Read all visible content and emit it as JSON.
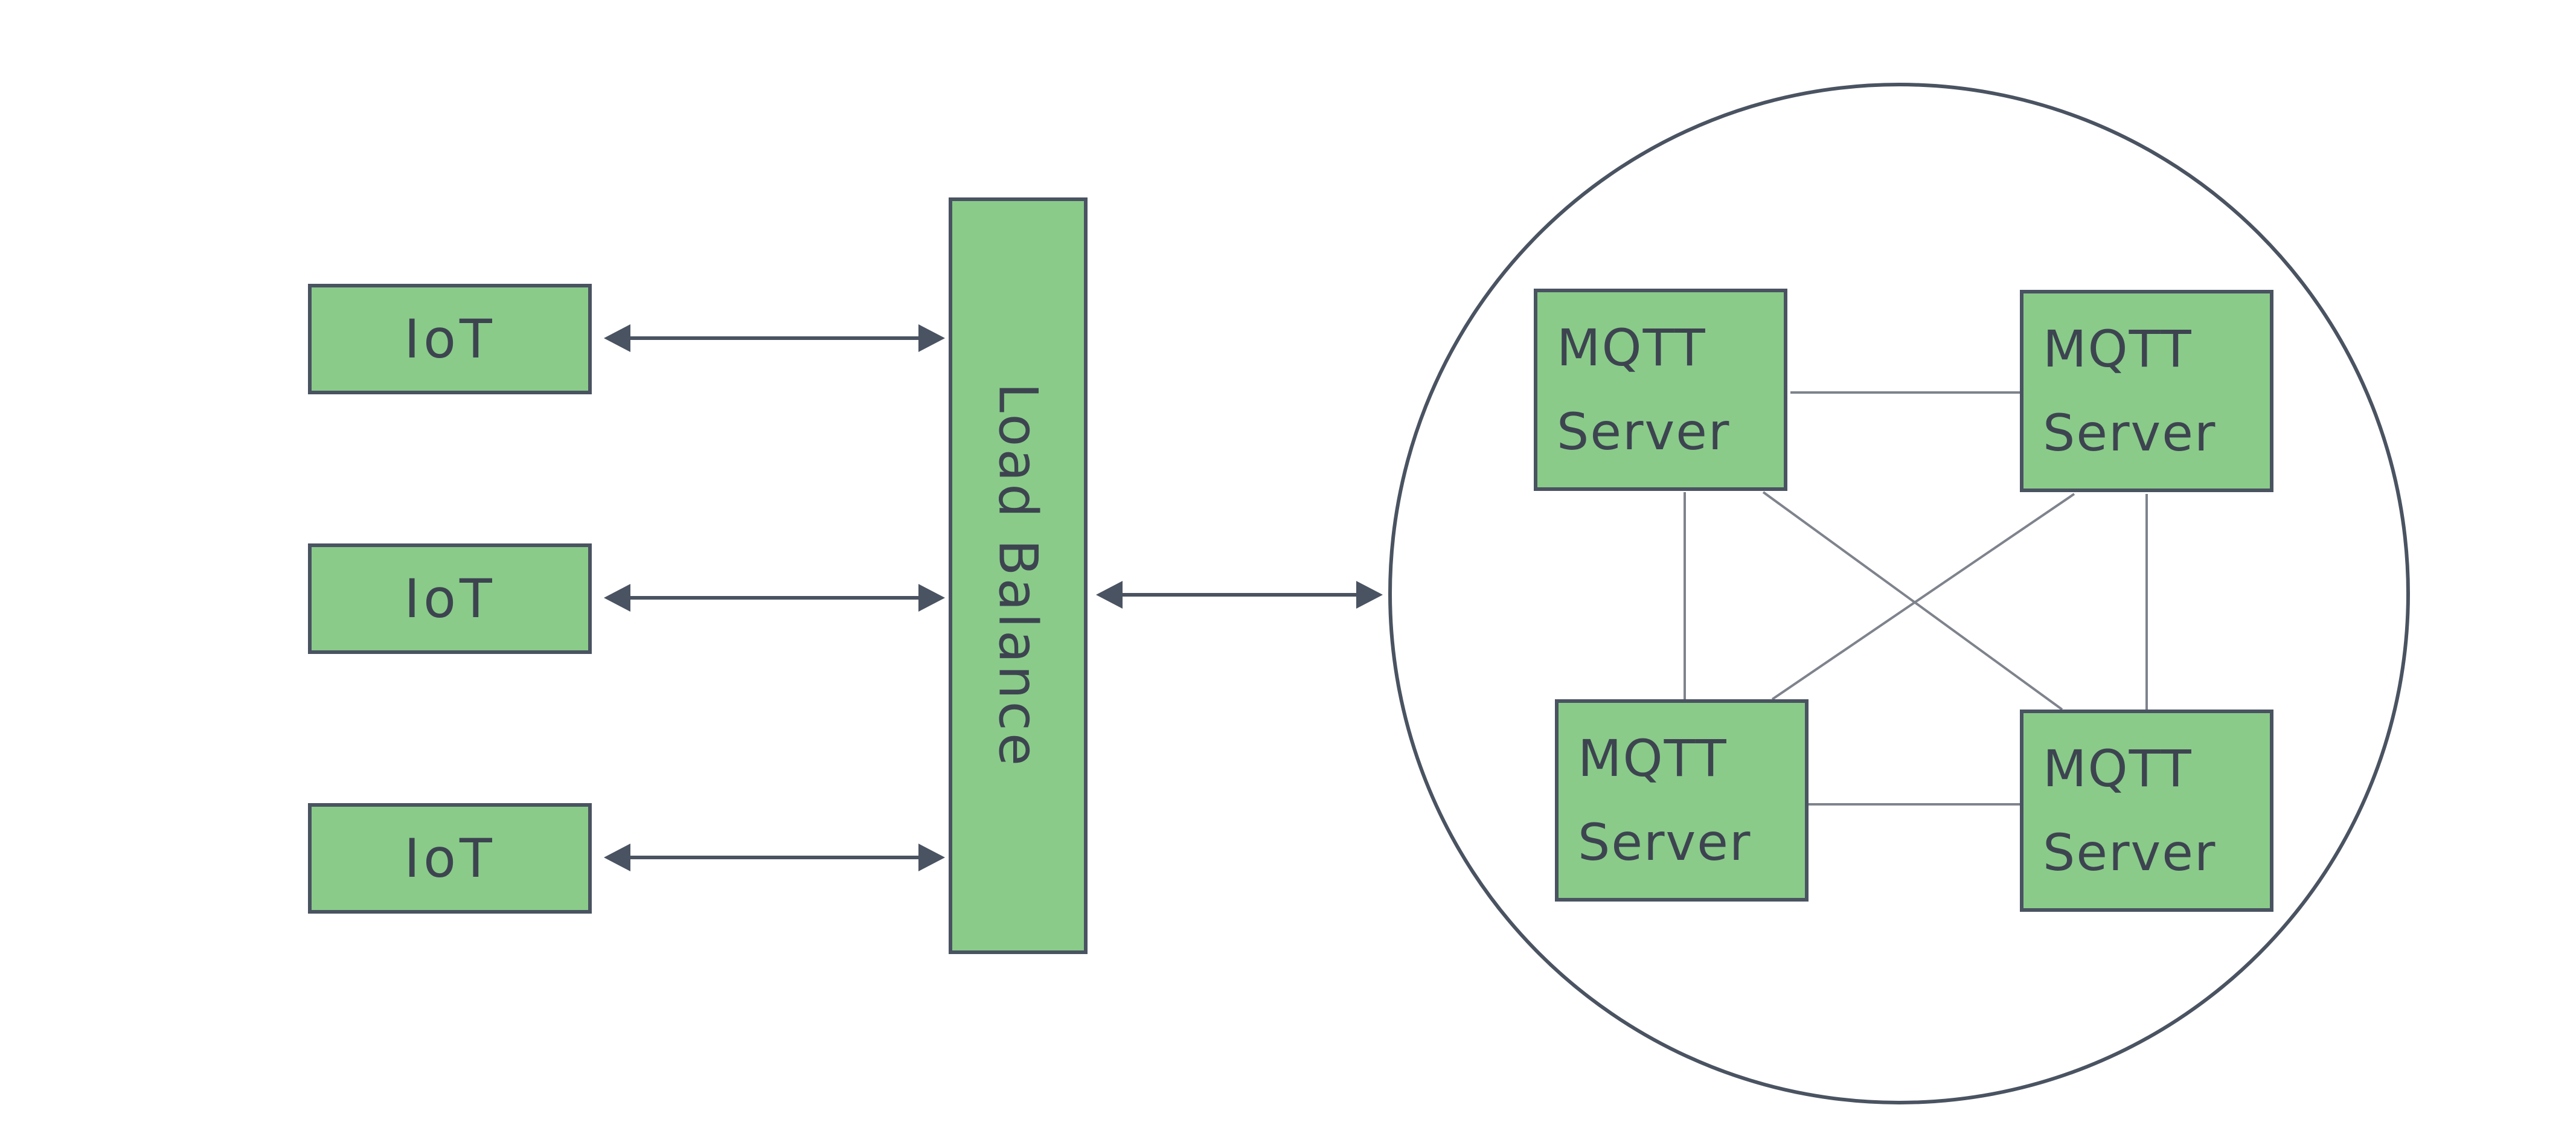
{
  "colors": {
    "background": "#FFFFFF",
    "node_fill": "#8ACB8A",
    "node_border": "#4A5361",
    "circle_border": "#4A5361",
    "arrow": "#4A5361",
    "mesh_line": "#7E838C",
    "text": "#3D4450"
  },
  "nodes": {
    "iot": [
      {
        "label": "IoT"
      },
      {
        "label": "IoT"
      },
      {
        "label": "IoT"
      }
    ],
    "load_balancer": {
      "label": "Load Balance"
    },
    "mqtt_servers": [
      {
        "line1": "MQTT",
        "line2": "Server",
        "position": "top-left"
      },
      {
        "line1": "MQTT",
        "line2": "Server",
        "position": "top-right"
      },
      {
        "line1": "MQTT",
        "line2": "Server",
        "position": "bottom-left"
      },
      {
        "line1": "MQTT",
        "line2": "Server",
        "position": "bottom-right"
      }
    ]
  },
  "connections": [
    {
      "from": "iot-1",
      "to": "load-balancer",
      "type": "bidirectional-arrow"
    },
    {
      "from": "iot-2",
      "to": "load-balancer",
      "type": "bidirectional-arrow"
    },
    {
      "from": "iot-3",
      "to": "load-balancer",
      "type": "bidirectional-arrow"
    },
    {
      "from": "load-balancer",
      "to": "mqtt-cluster",
      "type": "bidirectional-arrow"
    },
    {
      "from": "mqtt-server-top-left",
      "to": "mqtt-server-top-right",
      "type": "line"
    },
    {
      "from": "mqtt-server-top-left",
      "to": "mqtt-server-bottom-left",
      "type": "line"
    },
    {
      "from": "mqtt-server-top-right",
      "to": "mqtt-server-bottom-right",
      "type": "line"
    },
    {
      "from": "mqtt-server-bottom-left",
      "to": "mqtt-server-bottom-right",
      "type": "line"
    },
    {
      "from": "mqtt-server-top-left",
      "to": "mqtt-server-bottom-right",
      "type": "line"
    },
    {
      "from": "mqtt-server-top-right",
      "to": "mqtt-server-bottom-left",
      "type": "line"
    }
  ]
}
